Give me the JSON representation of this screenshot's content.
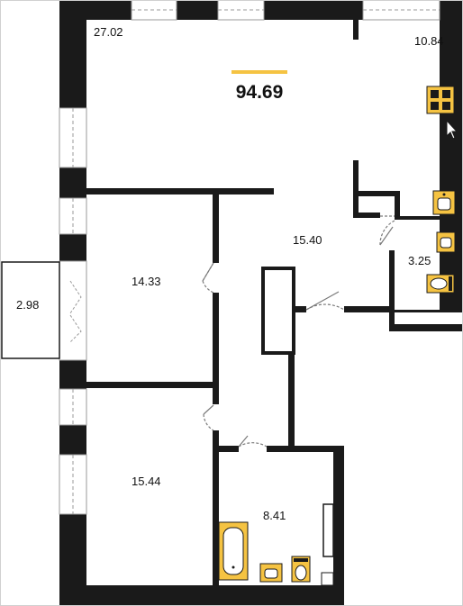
{
  "plan": {
    "total_area": "94.69",
    "accent_color": "#f5c342",
    "wall_color": "#1a1a1a",
    "rooms": [
      {
        "id": "living",
        "area": "27.02"
      },
      {
        "id": "kitchen",
        "area": "10.84"
      },
      {
        "id": "hall",
        "area": "15.40"
      },
      {
        "id": "bedroom-1",
        "area": "14.33"
      },
      {
        "id": "balcony",
        "area": "2.98"
      },
      {
        "id": "bedroom-2",
        "area": "15.44"
      },
      {
        "id": "bathroom",
        "area": "8.41"
      },
      {
        "id": "wc",
        "area": "3.25"
      }
    ],
    "icons": [
      "kitchen-stove-icon",
      "sink-icon",
      "toilet-icon",
      "bathtub-icon",
      "cursor-icon"
    ]
  }
}
